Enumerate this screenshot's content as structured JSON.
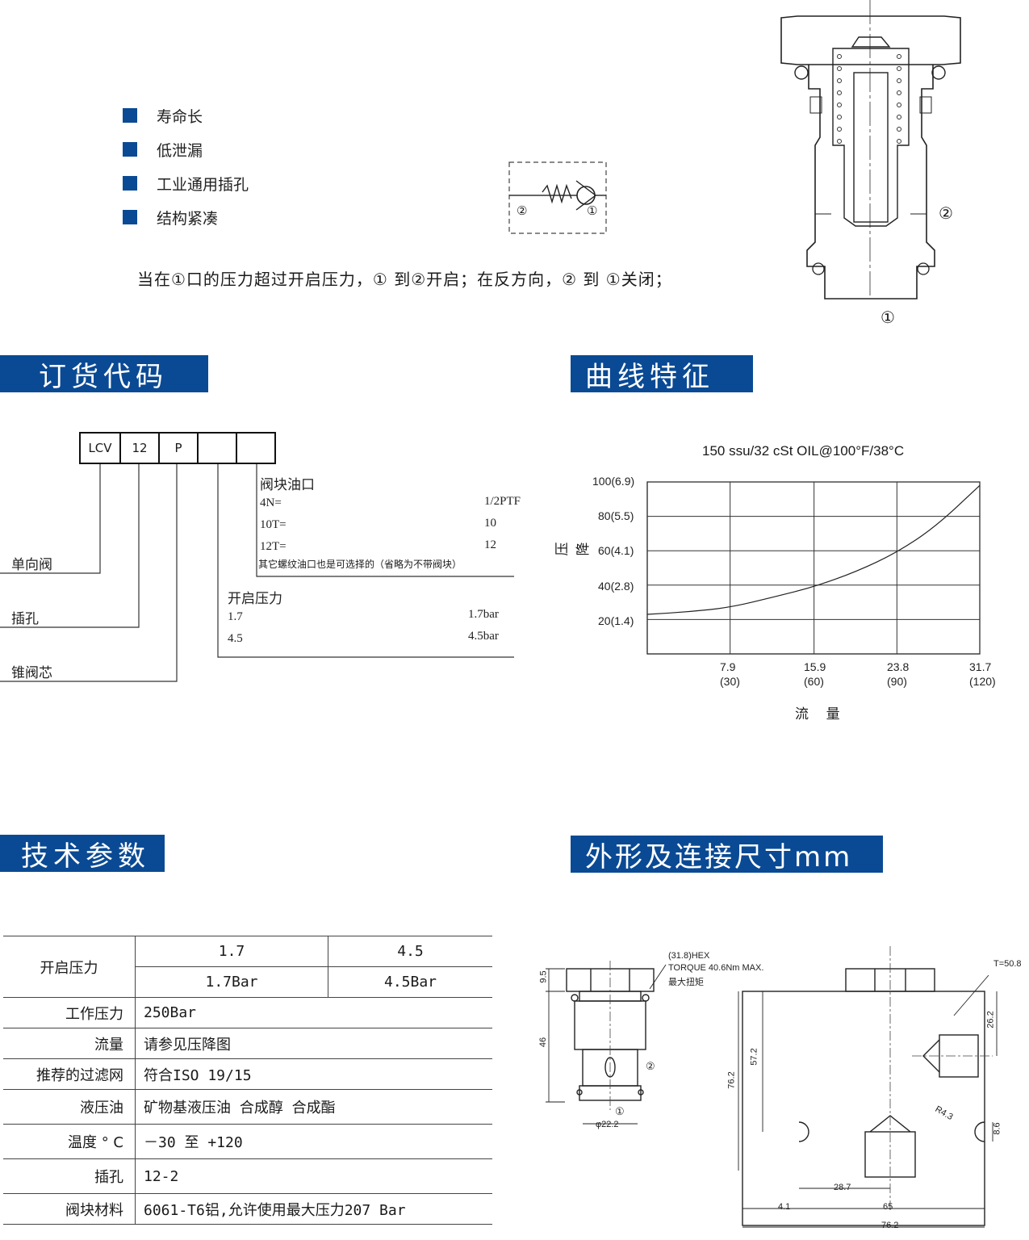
{
  "features": [
    "寿命长",
    "低泄漏",
    "工业通用插孔",
    "结构紧凑"
  ],
  "description": "当在①口的压力超过开启压力，① 到②开启；在反方向，② 到 ①关闭；",
  "symbol": {
    "port_left": "②",
    "port_right": "①"
  },
  "cutaway": {
    "port_side": "②",
    "port_bottom": "①"
  },
  "sections": {
    "ordering": "订货代码",
    "curve": "曲线特征",
    "specs": "技术参数",
    "dimensions": "外形及连接尺寸mm"
  },
  "ordering_code": {
    "boxes": [
      "LCV",
      "12",
      "P",
      "",
      ""
    ],
    "port_title": "阀块油口",
    "ports": [
      {
        "code": "4N=",
        "value": "1/2PTF"
      },
      {
        "code": "10T=",
        "value": "10"
      },
      {
        "code": "12T=",
        "value": "12"
      }
    ],
    "port_note": "其它螺纹油口也是可选择的（省略为不带阀块）",
    "pressure_title": "开启压力",
    "pressures": [
      {
        "code": "1.7",
        "value": "1.7bar"
      },
      {
        "code": "4.5",
        "value": "4.5bar"
      }
    ],
    "labels": [
      "单向阀",
      "插孔",
      "锥阀芯"
    ]
  },
  "chart_data": {
    "type": "line",
    "title": "150 ssu/32 cSt OIL@100°F/38°C",
    "xlabel": "流    量",
    "ylabel": "压 降",
    "x_ticks": [
      {
        "value": 7.9,
        "top": "7.9",
        "bottom": "(30)"
      },
      {
        "value": 15.9,
        "top": "15.9",
        "bottom": "(60)"
      },
      {
        "value": 23.8,
        "top": "23.8",
        "bottom": "(90)"
      },
      {
        "value": 31.7,
        "top": "31.7",
        "bottom": "(120)"
      }
    ],
    "y_ticks": [
      {
        "value": 20,
        "label": "20(1.4)"
      },
      {
        "value": 40,
        "label": "40(2.8)"
      },
      {
        "value": 60,
        "label": "60(4.1)"
      },
      {
        "value": 80,
        "label": "80(5.5)"
      },
      {
        "value": 100,
        "label": "100(6.9)"
      }
    ],
    "xlim": [
      0,
      31.7
    ],
    "ylim": [
      0,
      100
    ],
    "grid": true,
    "series": [
      {
        "x": [
          0,
          4,
          7.9,
          12,
          15.9,
          20,
          23.8,
          27.5,
          31.7
        ],
        "y": [
          23,
          24.5,
          27,
          33,
          39,
          48,
          59,
          74,
          98
        ]
      }
    ]
  },
  "specs": [
    {
      "label": "工作压力",
      "value": "250Bar"
    },
    {
      "label": "流量",
      "value": "请参见压降图"
    },
    {
      "label": "推荐的过滤网",
      "value": "符合ISO 19/15"
    },
    {
      "label": "液压油",
      "value": "矿物基液压油 合成醇 合成酯"
    },
    {
      "label": "温度 ° C",
      "value": "－30 至 +120"
    },
    {
      "label": "插孔",
      "value": "12-2"
    },
    {
      "label": "阀块材料",
      "value": "6061-T6铝,允许使用最大压力207 Bar"
    }
  ],
  "specs_open": {
    "label": "开启压力",
    "row1": [
      "1.7",
      "4.5"
    ],
    "row2": [
      "1.7Bar",
      "4.5Bar"
    ]
  },
  "dimensions": {
    "hex": "(31.8)HEX",
    "torque": "TORQUE 40.6Nm MAX.",
    "torque_cn": "最大扭矩",
    "d9_5": "9.5",
    "d46": "46",
    "dia": "φ22.2",
    "port2": "②",
    "port1": "①",
    "t": "T=50.8",
    "d26_2": "26.2",
    "d57_2": "57.2",
    "d76_2v": "76.2",
    "r": "R4.3",
    "d8_6": "8.6",
    "d28_7": "28.7",
    "d4_1": "4.1",
    "d65": "65",
    "d76_2h": "76.2"
  }
}
